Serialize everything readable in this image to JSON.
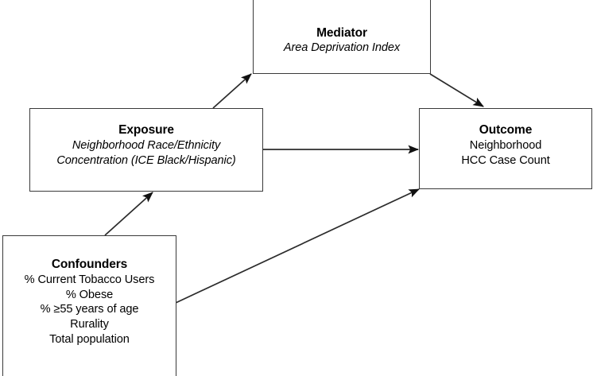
{
  "diagram": {
    "type": "causal-mediation-dag",
    "background_color": "#ffffff",
    "line_color": "#3a3a3a",
    "text_color": "#000000",
    "nodes": [
      {
        "id": "mediator",
        "title": "Mediator",
        "subtitle_lines": [
          "Area Deprivation Index"
        ],
        "subtitle_style": "italic"
      },
      {
        "id": "exposure",
        "title": "Exposure",
        "subtitle_lines": [
          "Neighborhood Race/Ethnicity",
          "Concentration (ICE Black/Hispanic)"
        ],
        "subtitle_style": "italic"
      },
      {
        "id": "outcome",
        "title": "Outcome",
        "subtitle_lines": [
          "Neighborhood",
          "HCC Case Count"
        ],
        "subtitle_style": "normal"
      },
      {
        "id": "confounders",
        "title": "Confounders",
        "subtitle_lines": [
          "% Current Tobacco Users",
          "% Obese",
          "% ≥55 years of age",
          "Rurality",
          "Total population"
        ],
        "subtitle_style": "normal"
      }
    ],
    "edges": [
      {
        "id": "exposure-to-mediator",
        "from": "exposure",
        "to": "mediator",
        "arrowhead": "to"
      },
      {
        "id": "mediator-to-outcome",
        "from": "mediator",
        "to": "outcome",
        "arrowhead": "to"
      },
      {
        "id": "exposure-to-outcome",
        "from": "exposure",
        "to": "outcome",
        "arrowhead": "to"
      },
      {
        "id": "confounders-to-exposure",
        "from": "confounders",
        "to": "exposure",
        "arrowhead": "to"
      },
      {
        "id": "confounders-to-outcome",
        "from": "confounders",
        "to": "outcome",
        "arrowhead": "to"
      }
    ]
  }
}
